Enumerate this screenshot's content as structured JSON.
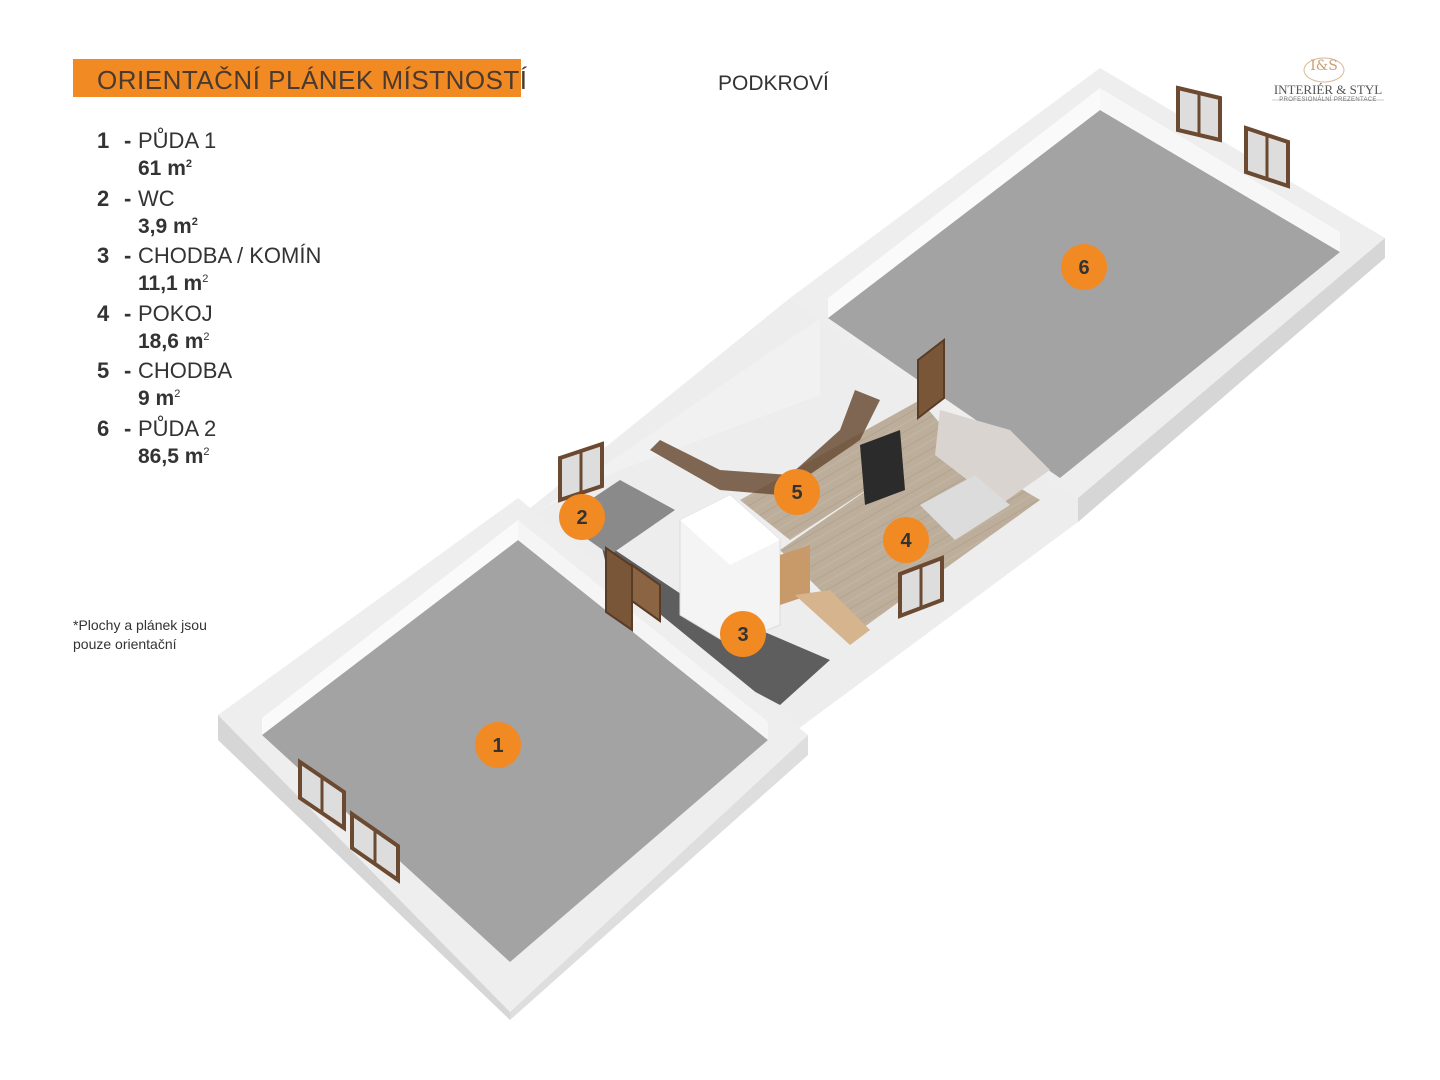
{
  "header": {
    "title": "ORIENTAČNÍ PLÁNEK MÍSTNOSTÍ",
    "floor": "PODKROVÍ"
  },
  "rooms": [
    {
      "number": "1",
      "name": "PŮDA 1",
      "area": "61 m",
      "unit_sup": "2"
    },
    {
      "number": "2",
      "name": "WC",
      "area": "3,9 m",
      "unit_sup": "2"
    },
    {
      "number": "3",
      "name": "CHODBA / KOMÍN",
      "area": "11,1 m",
      "unit_sup": "2"
    },
    {
      "number": "4",
      "name": "POKOJ",
      "area": "18,6 m",
      "unit_sup": "2"
    },
    {
      "number": "5",
      "name": "CHODBA",
      "area": "9 m",
      "unit_sup": "2"
    },
    {
      "number": "6",
      "name": "PŮDA 2",
      "area": "86,5 m",
      "unit_sup": "2"
    }
  ],
  "legend_dash": "-",
  "note": "*Plochy a plánek jsou pouze orientační",
  "logo": {
    "monogram": "I&S",
    "name": "INTERIÉR & STYL",
    "tagline": "PROFESIONÁLNÍ PREZENTACE"
  },
  "colors": {
    "accent": "#f28a24",
    "wall": "#f2f2f2",
    "attic_floor": "#a3a3a3",
    "wood_floor": "#b9ac98",
    "dark_floor": "#5e5e5e",
    "window_frame": "#6b4a31"
  }
}
